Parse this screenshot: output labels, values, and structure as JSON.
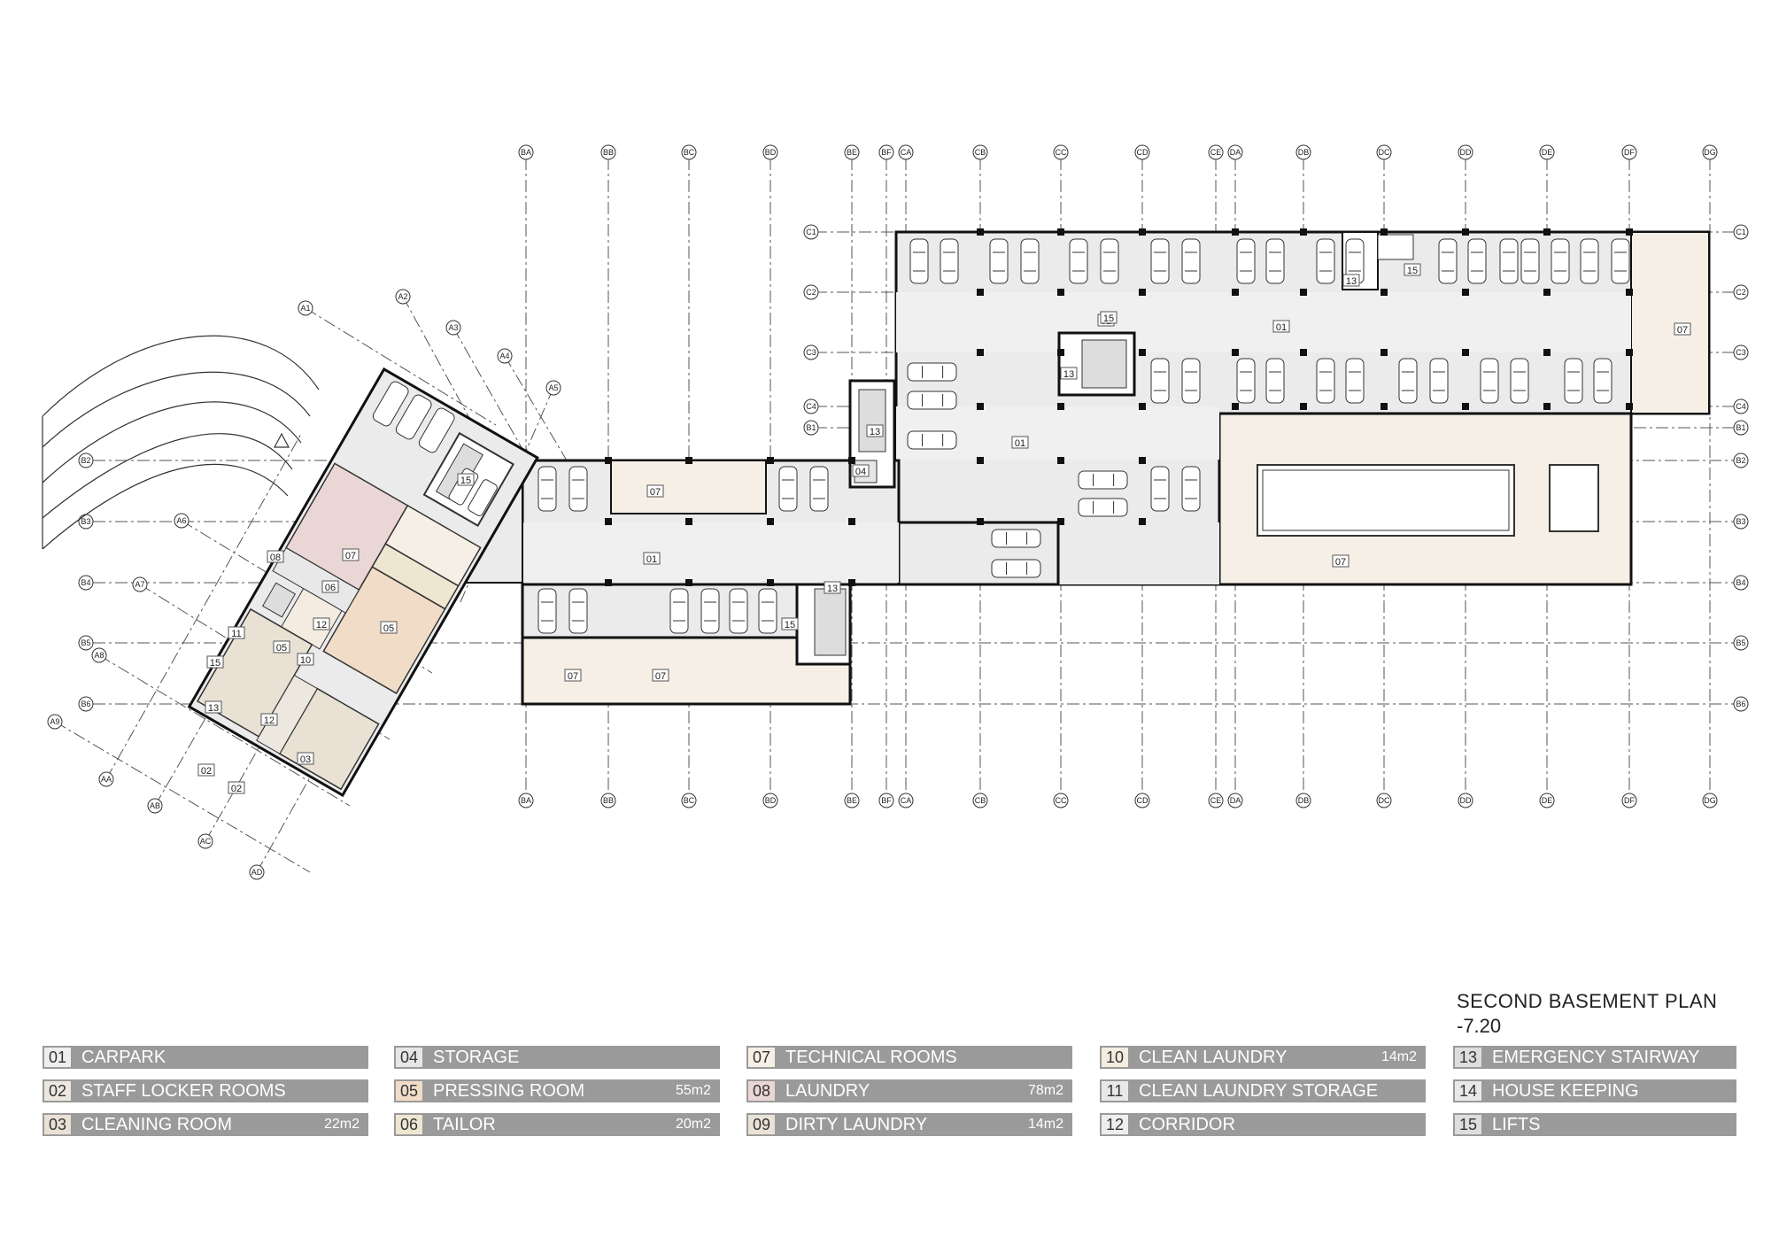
{
  "title": "SECOND BASEMENT PLAN",
  "level": "-7.20",
  "grid": {
    "columns": [
      "BA",
      "BB",
      "BC",
      "BD",
      "BE",
      "BF",
      "CA",
      "CB",
      "CC",
      "CD",
      "CE",
      "DA",
      "DB",
      "DC",
      "DD",
      "DE",
      "DF",
      "DG"
    ],
    "rows_right": [
      "C1",
      "C2",
      "C3",
      "C4",
      "B1",
      "B2",
      "B3",
      "B4",
      "B5",
      "B6"
    ],
    "rows_left": [
      "B2",
      "B3",
      "B4",
      "B5",
      "B6"
    ],
    "wing_axes": [
      "A1",
      "A2",
      "A3",
      "A4",
      "A5",
      "A6",
      "A7",
      "A8",
      "A9",
      "AA",
      "AB",
      "AC",
      "AD"
    ]
  },
  "room_tags": {
    "carpark_a": "01",
    "carpark_b": "01",
    "carpark_c": "01",
    "locker_a": "02",
    "locker_b": "02",
    "cleaning": "03",
    "storage": "04",
    "pressing": "05",
    "pressing_small": "05",
    "tailor": "06",
    "tech_a": "07",
    "tech_b": "07",
    "tech_c": "07",
    "tech_d": "07",
    "tech_e": "07",
    "tech_f": "07",
    "laundry": "08",
    "clean_laundry": "10",
    "clean_storage": "11",
    "corridor_a": "12",
    "corridor_b": "12",
    "stair_a": "13",
    "stair_b": "13",
    "stair_c": "13",
    "stair_d": "13",
    "stair_e": "13",
    "lift_a": "15",
    "lift_b": "15",
    "lift_c": "15",
    "lift_d": "15",
    "lift_e": "15"
  },
  "legend": {
    "col1": [
      {
        "code": "01",
        "name": "CARPARK",
        "area": "",
        "color": "#eeeeee"
      },
      {
        "code": "02",
        "name": "STAFF LOCKER ROOMS",
        "area": "",
        "color": "#ece7df"
      },
      {
        "code": "03",
        "name": "CLEANING ROOM",
        "area": "22m2",
        "color": "#e8e1d4"
      }
    ],
    "col2": [
      {
        "code": "04",
        "name": "STORAGE",
        "area": "",
        "color": "#e6e6e6"
      },
      {
        "code": "05",
        "name": "PRESSING ROOM",
        "area": "55m2",
        "color": "#f1dcc8"
      },
      {
        "code": "06",
        "name": "TAILOR",
        "area": "20m2",
        "color": "#efe6d2"
      }
    ],
    "col3": [
      {
        "code": "07",
        "name": "TECHNICAL ROOMS",
        "area": "",
        "color": "#f6efe6"
      },
      {
        "code": "08",
        "name": "LAUNDRY",
        "area": "78m2",
        "color": "#ead6d4"
      },
      {
        "code": "09",
        "name": "DIRTY LAUNDRY",
        "area": "14m2",
        "color": "#e9e2d7"
      }
    ],
    "col4": [
      {
        "code": "10",
        "name": "CLEAN LAUNDRY",
        "area": "14m2",
        "color": "#f4ece0"
      },
      {
        "code": "11",
        "name": "CLEAN LAUNDRY STORAGE",
        "area": "",
        "color": "#e8e8e8"
      },
      {
        "code": "12",
        "name": "CORRIDOR",
        "area": "",
        "color": "#eeeeee"
      }
    ],
    "col5": [
      {
        "code": "13",
        "name": "EMERGENCY STAIRWAY",
        "area": "",
        "color": "#dddddd"
      },
      {
        "code": "14",
        "name": "HOUSE KEEPING",
        "area": "",
        "color": "#e9e9e9"
      },
      {
        "code": "15",
        "name": "LIFTS",
        "area": "",
        "color": "#dddddd"
      }
    ]
  },
  "colors": {
    "carpark": "#ebebeb",
    "technical": "#f6efe6",
    "laundry": "#ead6d4",
    "pressing": "#f1dcc8",
    "wall": "#111111"
  }
}
